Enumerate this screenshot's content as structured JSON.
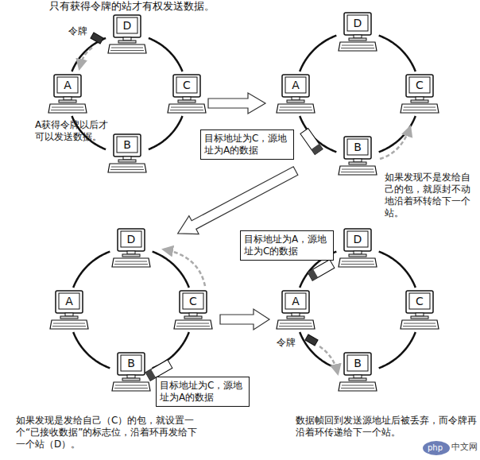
{
  "diagram": {
    "title": "只有获得令牌的站才有权发送数据。",
    "nodes": [
      {
        "text": [
          "D"
        ]
      },
      {
        "text": [
          "A"
        ]
      },
      {
        "text": [
          "C"
        ]
      },
      {
        "text": [
          "B"
        ]
      },
      {
        "text": [
          "D"
        ]
      },
      {
        "text": [
          "A"
        ]
      },
      {
        "text": [
          "C"
        ]
      },
      {
        "text": [
          "B"
        ]
      },
      {
        "text": [
          "目标地址为C，源地址为A的数据"
        ]
      },
      {
        "text": [
          "D"
        ]
      },
      {
        "text": [
          "A"
        ]
      },
      {
        "text": [
          "C"
        ]
      },
      {
        "text": [
          "B"
        ]
      },
      {
        "text": [
          "目标地址为C，源地址为A的数据"
        ]
      },
      {
        "text": [
          "目标地址为A，源地址为C的数据"
        ]
      },
      {
        "text": [
          "D"
        ]
      },
      {
        "text": [
          "A"
        ]
      },
      {
        "text": [
          "C"
        ]
      },
      {
        "text": [
          "B"
        ]
      }
    ],
    "edges": [
      {
        "from": 0,
        "to": 1,
        "arrow": "none"
      },
      {
        "from": 1,
        "to": 3,
        "arrow": "none"
      },
      {
        "from": 3,
        "to": 2,
        "arrow": "none"
      },
      {
        "from": 2,
        "to": 0,
        "arrow": "none"
      },
      {
        "from": 4,
        "to": 5,
        "arrow": "none"
      },
      {
        "from": 5,
        "to": 7,
        "arrow": "none"
      },
      {
        "from": 7,
        "to": 6,
        "arrow": "none"
      },
      {
        "from": 6,
        "to": 4,
        "arrow": "none"
      },
      {
        "from": 9,
        "to": 10,
        "arrow": "none"
      },
      {
        "from": 10,
        "to": 12,
        "arrow": "none"
      },
      {
        "from": 12,
        "to": 11,
        "arrow": "none"
      },
      {
        "from": 11,
        "to": 9,
        "arrow": "none"
      },
      {
        "from": 15,
        "to": 16,
        "arrow": "none"
      },
      {
        "from": 16,
        "to": 18,
        "arrow": "none"
      },
      {
        "from": 18,
        "to": 17,
        "arrow": "none"
      },
      {
        "from": 17,
        "to": 15,
        "arrow": "none"
      }
    ],
    "labels": [
      "令牌",
      "A获得令牌以后才可以发送数据。",
      "如果发现不是发给自己的包，就原封不动地沿着环转给下一个站。",
      "如果发现是发给自己（C）的包，就设置一个“已接收数据”的标志位，沿着环再发给下一个站（D）。",
      "数据帧回到发送源地址后被丢弃，而令牌再沿着环传递给下一个站。",
      "令牌",
      "php",
      "中文网"
    ]
  }
}
